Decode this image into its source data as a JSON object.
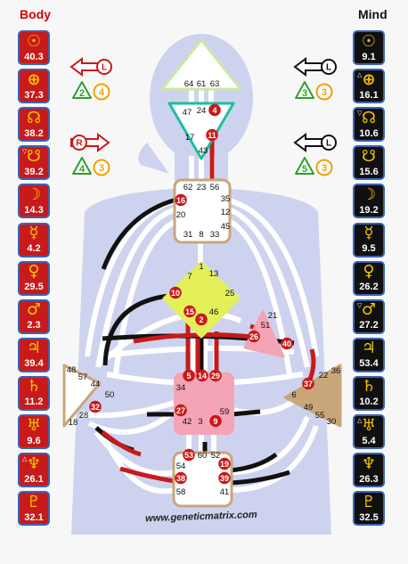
{
  "headers": {
    "body": "Body",
    "mind": "Mind"
  },
  "body_planets": [
    {
      "symbol": "☉",
      "value": "40.3",
      "mark": ""
    },
    {
      "symbol": "⊕",
      "value": "37.3",
      "mark": ""
    },
    {
      "symbol": "☊",
      "value": "38.2",
      "mark": ""
    },
    {
      "symbol": "☋",
      "value": "39.2",
      "mark": "▽"
    },
    {
      "symbol": "☽",
      "value": "14.3",
      "mark": ""
    },
    {
      "symbol": "☿",
      "value": "4.2",
      "mark": ""
    },
    {
      "symbol": "♀",
      "value": "29.5",
      "mark": ""
    },
    {
      "symbol": "♂",
      "value": "2.3",
      "mark": ""
    },
    {
      "symbol": "♃",
      "value": "39.4",
      "mark": ""
    },
    {
      "symbol": "♄",
      "value": "11.2",
      "mark": ""
    },
    {
      "symbol": "♅",
      "value": "9.6",
      "mark": ""
    },
    {
      "symbol": "♆",
      "value": "26.1",
      "mark": "△"
    },
    {
      "symbol": "♇",
      "value": "32.1",
      "mark": ""
    }
  ],
  "mind_planets": [
    {
      "symbol": "☉",
      "value": "9.1",
      "mark": ""
    },
    {
      "symbol": "⊕",
      "value": "16.1",
      "mark": "△"
    },
    {
      "symbol": "☊",
      "value": "10.6",
      "mark": "▽"
    },
    {
      "symbol": "☋",
      "value": "15.6",
      "mark": ""
    },
    {
      "symbol": "☽",
      "value": "19.2",
      "mark": ""
    },
    {
      "symbol": "☿",
      "value": "9.5",
      "mark": ""
    },
    {
      "symbol": "♀",
      "value": "26.2",
      "mark": ""
    },
    {
      "symbol": "♂",
      "value": "27.2",
      "mark": "▽"
    },
    {
      "symbol": "♃",
      "value": "53.4",
      "mark": ""
    },
    {
      "symbol": "♄",
      "value": "10.2",
      "mark": ""
    },
    {
      "symbol": "♅",
      "value": "5.4",
      "mark": "△"
    },
    {
      "symbol": "♆",
      "value": "26.3",
      "mark": ""
    },
    {
      "symbol": "♇",
      "value": "32.5",
      "mark": ""
    }
  ],
  "variables": {
    "body_top": {
      "arrow": "L",
      "n1": "2",
      "n2": "4"
    },
    "body_bottom": {
      "arrow": "R",
      "n1": "4",
      "n2": "3"
    },
    "mind_top": {
      "arrow": "L",
      "n1": "3",
      "n2": "3"
    },
    "mind_bottom": {
      "arrow": "L",
      "n1": "5",
      "n2": "3"
    }
  },
  "centers": {
    "head": [
      "64",
      "61",
      "63"
    ],
    "ajna": [
      "47",
      "24",
      "4",
      "17",
      "11",
      "43"
    ],
    "throat": [
      "62",
      "23",
      "56",
      "16",
      "35",
      "20",
      "12",
      "45",
      "31",
      "8",
      "33"
    ],
    "g": [
      "1",
      "7",
      "13",
      "10",
      "25",
      "15",
      "2",
      "46"
    ],
    "heart": [
      "21",
      "51",
      "26",
      "40"
    ],
    "spleen": [
      "48",
      "57",
      "44",
      "50",
      "32",
      "28",
      "18"
    ],
    "sacral": [
      "5",
      "14",
      "29",
      "34",
      "27",
      "42",
      "3",
      "9",
      "59"
    ],
    "solar_plexus": [
      "36",
      "22",
      "37",
      "6",
      "49",
      "55",
      "30"
    ],
    "root": [
      "53",
      "60",
      "52",
      "54",
      "19",
      "38",
      "39",
      "58",
      "41"
    ]
  },
  "footer": {
    "website": "www.geneticmatrix.com"
  },
  "colors": {
    "body_red": "#c81a1a",
    "mind_black": "#101010",
    "tile_border": "#3a63b8",
    "planet_glyph": "#f2c400",
    "silhouette": "#cdd3ef",
    "green": "#2ca02c",
    "orange": "#f0a000"
  }
}
